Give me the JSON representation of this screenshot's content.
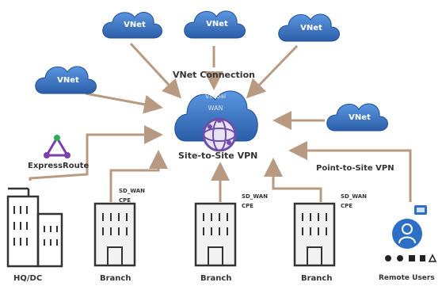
{
  "vnet_label": "VNet",
  "vnet_connection": "VNet Connection",
  "virtual_wan": {
    "line1": "Virtual",
    "line2": "WAN"
  },
  "site_to_site": "Site-to-Site VPN",
  "point_to_site": "Point-to-Site VPN",
  "expressroute": "ExpressRoute",
  "hq": "HQ/DC",
  "branch": "Branch",
  "sdwan": {
    "line1": "SD_WAN",
    "line2": "CPE"
  },
  "remote_users": "Remote Users",
  "colors": {
    "cloud": "#3f7fd0",
    "cloud_dark": "#2c5ea8",
    "line": "#b89a82",
    "hub": "#6d4ea8",
    "express": "#7b3fb0",
    "remote": "#2e6fc6"
  }
}
